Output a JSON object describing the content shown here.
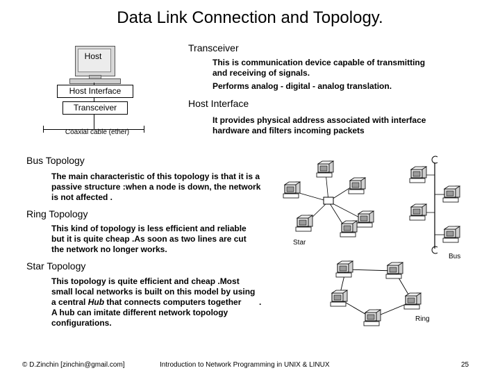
{
  "slide": {
    "title": "Data Link Connection and Topology.",
    "footer_left": "© D.Zinchin [zinchin@gmail.com]",
    "footer_center": "Introduction to Network Programming in UNIX & LINUX",
    "page_number": "25"
  },
  "host_diagram": {
    "host_label": "Host",
    "interface_label": "Host Interface",
    "transceiver_label": "Transceiver",
    "cable_label": "Coaxial cable (ether)"
  },
  "definitions": {
    "transceiver_heading": "Transceiver",
    "transceiver_desc": "This is communication device capable of transmitting and receiving of signals.",
    "transceiver_desc2": "Performs analog - digital - analog translation.",
    "host_interface_heading": "Host Interface",
    "host_interface_desc": "It provides physical address associated with interface hardware and filters incoming packets"
  },
  "topologies": {
    "bus_heading": "Bus Topology",
    "bus_desc": "The main characteristic of this topology is that it is a passive structure :when a node is down, the network is not affected .",
    "ring_heading": "Ring Topology",
    "ring_desc": "This kind of topology is less efficient and reliable but it is quite cheap .As soon as two lines are cut the network no longer works.",
    "star_heading": "Star Topology",
    "star_desc_1": "This topology is quite efficient and cheap .Most small local networks is built on this model by using a central ",
    "star_desc_hub": "Hub",
    "star_desc_2": " that connects computers together",
    "star_desc_dot": ".",
    "star_desc_3": "A hub can imitate different network topology configurations."
  },
  "figure_labels": {
    "star": "Star",
    "bus": "Bus",
    "ring": "Ring"
  }
}
